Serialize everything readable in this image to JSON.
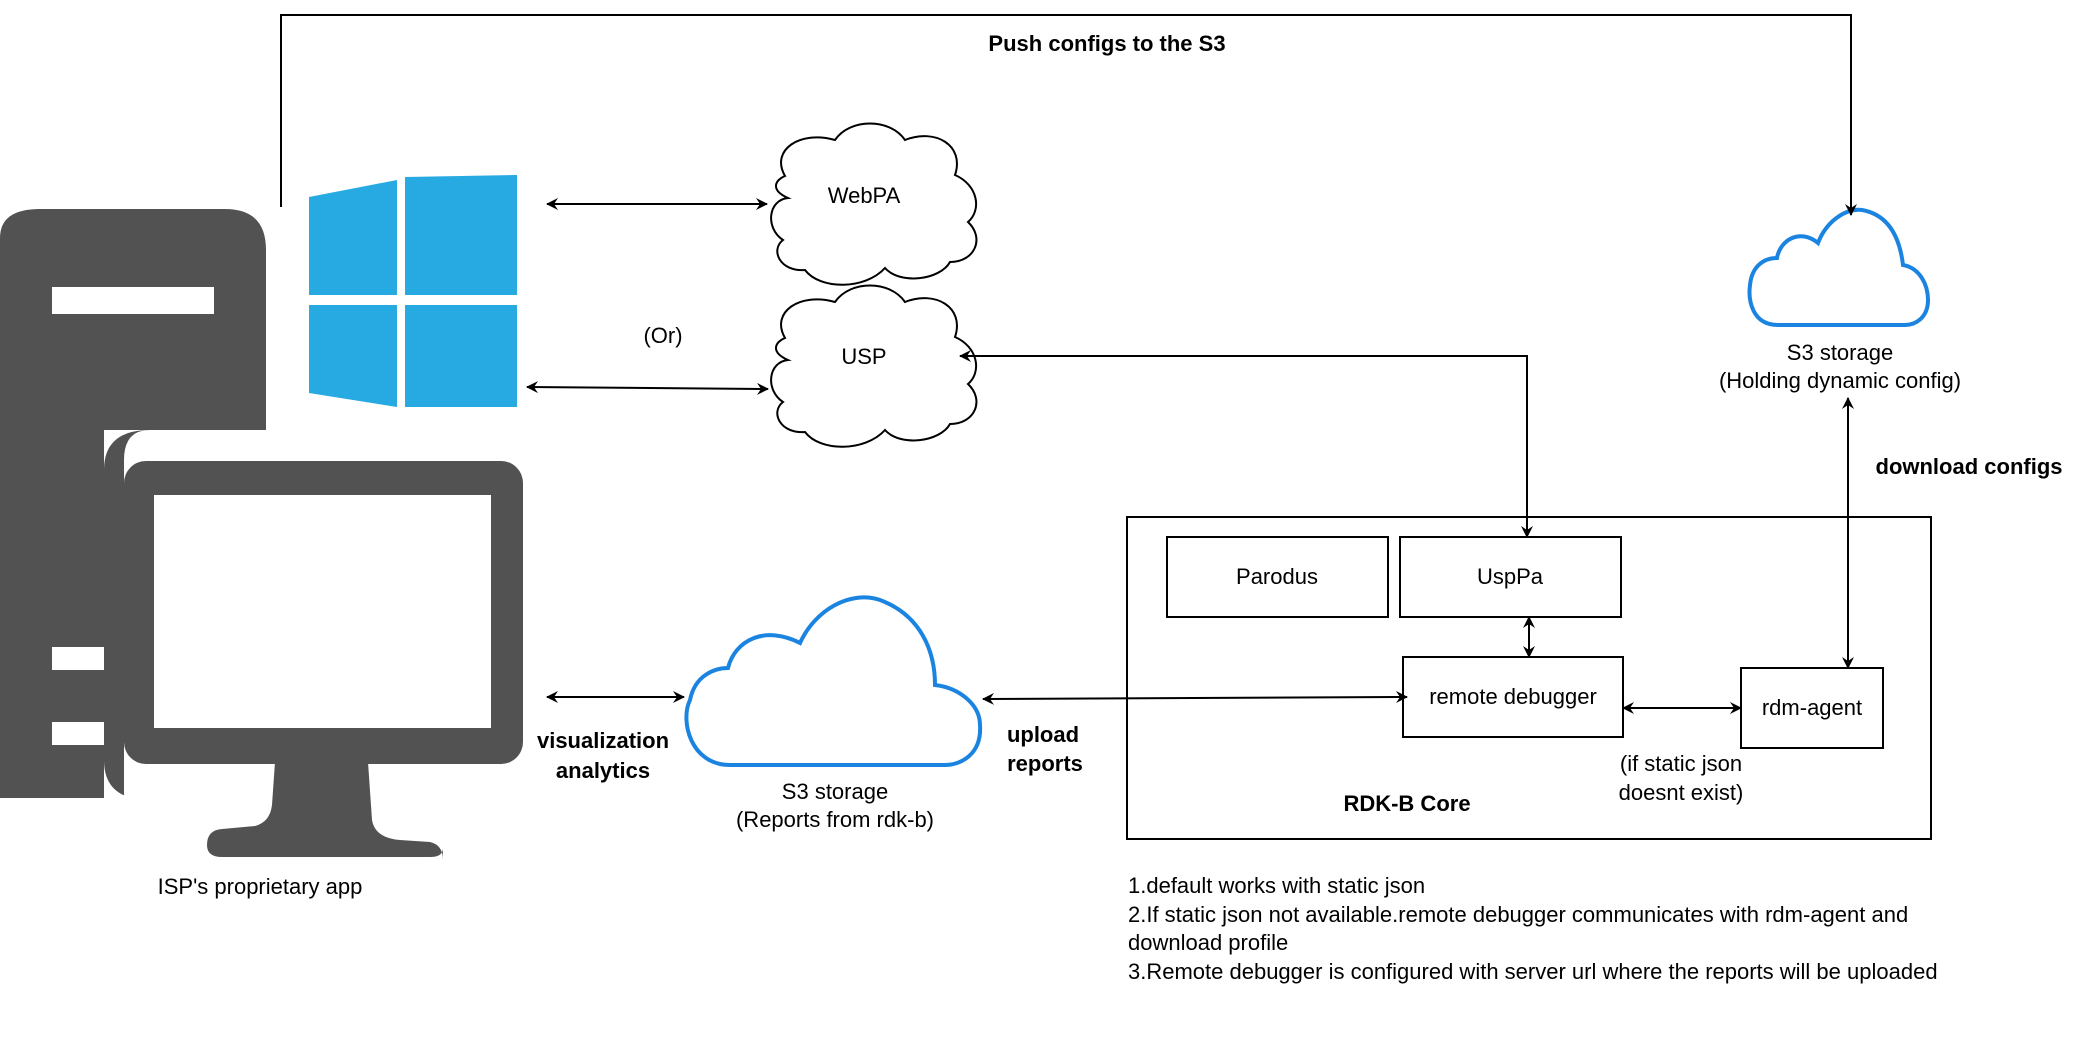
{
  "diagram": {
    "edges": {
      "push_configs": "Push configs to the S3",
      "or_label": "(Or)",
      "visualization": [
        "visualization",
        "analytics"
      ],
      "upload_reports": [
        "upload",
        "reports"
      ],
      "download_configs": "download configs",
      "static_json_condition": [
        "(if static json",
        "doesnt exist)"
      ]
    },
    "nodes": {
      "isp_app": "ISP's proprietary app",
      "webpa": "WebPA",
      "usp": "USP",
      "s3_reports": [
        "S3 storage",
        "(Reports from rdk-b)"
      ],
      "s3_config": [
        "S3 storage",
        "(Holding dynamic config)"
      ],
      "rdkb_core": "RDK-B Core",
      "parodus": "Parodus",
      "usppa": "UspPa",
      "remote_debugger": "remote debugger",
      "rdm_agent": "rdm-agent"
    },
    "notes": [
      "1.default works with static json",
      "2.If static json not available.remote debugger communicates with rdm-agent and download profile",
      "3.Remote debugger is configured with server url where the reports will be uploaded"
    ],
    "colors": {
      "device_gray": "#525252",
      "windows_blue": "#27aae1",
      "cloud_blue": "#1a84e0",
      "line": "#000000"
    }
  }
}
